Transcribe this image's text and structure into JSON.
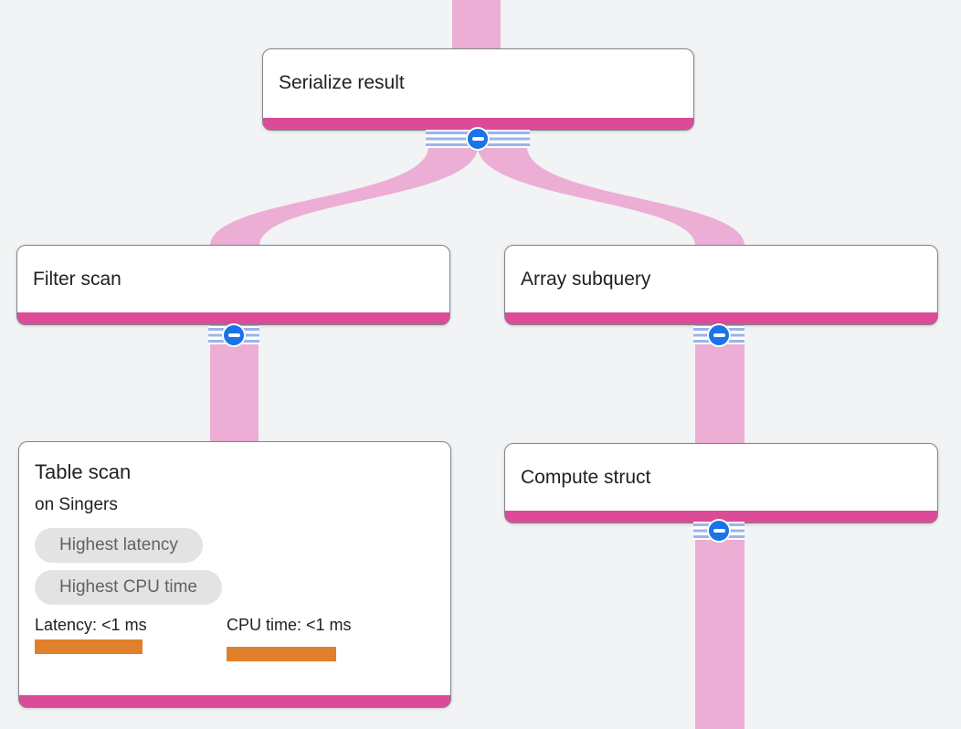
{
  "diagram": {
    "kind": "query-execution-plan",
    "colors": {
      "background": "#f1f3f4",
      "edge_flow": "#ecaed4",
      "node_accent_bar": "#db4b98",
      "node_border": "#80868b",
      "collapse_button_blue": "#1a73e8",
      "badge_background": "#e3e3e3",
      "badge_text": "#5f6368",
      "metric_bar_orange": "#e0802b",
      "title_text": "#202124"
    },
    "nodes": [
      {
        "id": "serialize-result",
        "title": "Serialize result"
      },
      {
        "id": "filter-scan",
        "title": "Filter scan"
      },
      {
        "id": "array-subquery",
        "title": "Array subquery"
      },
      {
        "id": "table-scan",
        "title": "Table scan",
        "subtitle": "on Singers",
        "badges": [
          "Highest latency",
          "Highest CPU time"
        ],
        "metrics": [
          {
            "label": "Latency: <1 ms"
          },
          {
            "label": "CPU time: <1 ms"
          }
        ]
      },
      {
        "id": "compute-struct",
        "title": "Compute struct"
      }
    ],
    "edges": [
      {
        "from": "offscreen-top",
        "to": "serialize-result"
      },
      {
        "from": "serialize-result",
        "to": "filter-scan"
      },
      {
        "from": "serialize-result",
        "to": "array-subquery"
      },
      {
        "from": "filter-scan",
        "to": "table-scan"
      },
      {
        "from": "array-subquery",
        "to": "compute-struct"
      },
      {
        "from": "compute-struct",
        "to": "offscreen-bottom"
      }
    ],
    "collapse_icon": "minus-icon"
  }
}
